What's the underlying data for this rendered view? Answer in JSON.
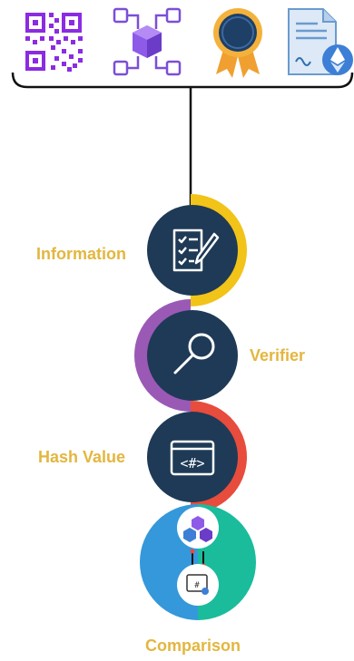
{
  "steps": [
    {
      "label": "Information",
      "icon": "document-checklist-pen-icon",
      "color": "#f2c318"
    },
    {
      "label": "Verifier",
      "icon": "magnifier-icon",
      "color": "#9b59b6"
    },
    {
      "label": "Hash Value",
      "icon": "code-hash-window-icon",
      "color": "#e74c3c"
    },
    {
      "label": "Comparison",
      "icon": "blocks-compare-icon",
      "colors": [
        "#3498db",
        "#1abc9c"
      ]
    }
  ],
  "top_icons": [
    "qr-code-icon",
    "blockchain-network-icon",
    "award-ribbon-icon",
    "ethereum-certificate-icon"
  ],
  "colors": {
    "node_fill": "#1e3a56",
    "label": "#e3b63f",
    "line": "#111111"
  }
}
